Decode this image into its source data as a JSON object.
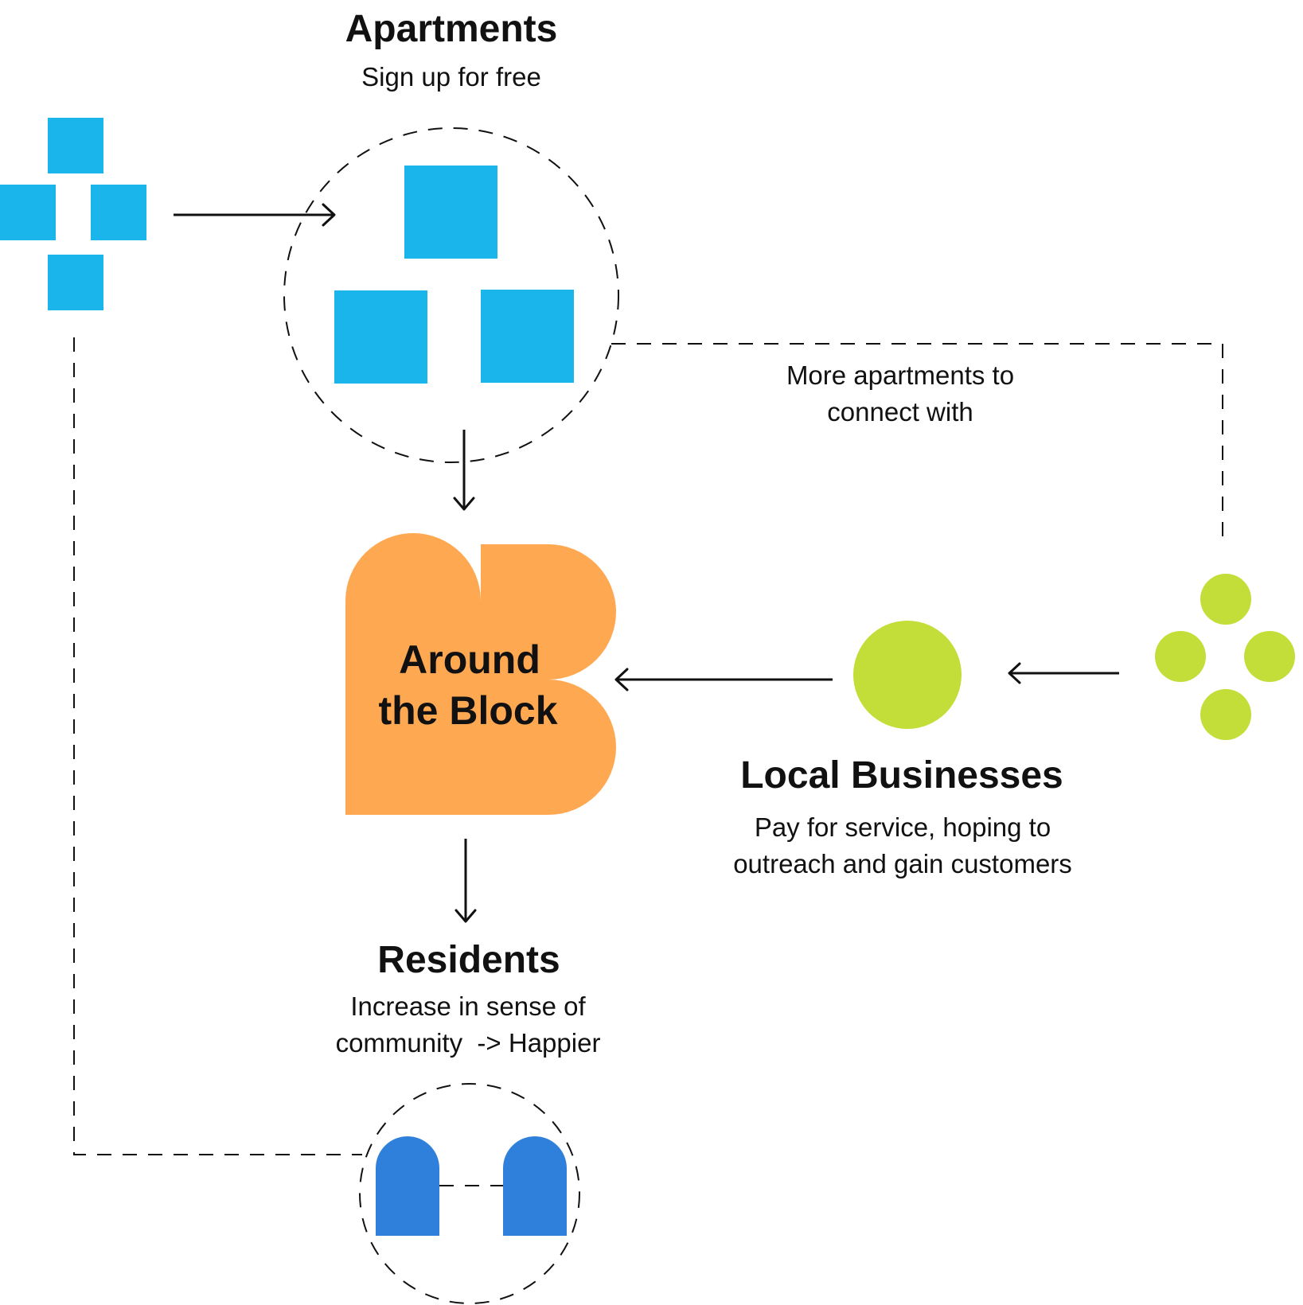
{
  "apartments": {
    "title": "Apartments",
    "subtitle": "Sign up for free"
  },
  "connect_note": {
    "line1": "More apartments to",
    "line2": "connect with"
  },
  "brand": {
    "line1": "Around",
    "line2": "the Block"
  },
  "local_businesses": {
    "title": "Local Businesses",
    "line1": "Pay for service, hoping to",
    "line2": "outreach and gain customers"
  },
  "residents": {
    "title": "Residents",
    "line1": "Increase in sense of",
    "line2": "community  -> Happier"
  },
  "colors": {
    "apartment_blue": "#1AB5EA",
    "brand_orange": "#FFA852",
    "business_green": "#C3DE38",
    "resident_blue": "#2F80DA",
    "ink": "#111111"
  },
  "icons": {
    "apartments_cluster": "four-squares-cross-icon",
    "apartments_group": "three-squares-icon",
    "brand_logo": "b-shape-logo",
    "business_single": "green-circle-icon",
    "business_cluster": "four-circles-cross-icon",
    "residents_pair": "two-people-icon"
  }
}
